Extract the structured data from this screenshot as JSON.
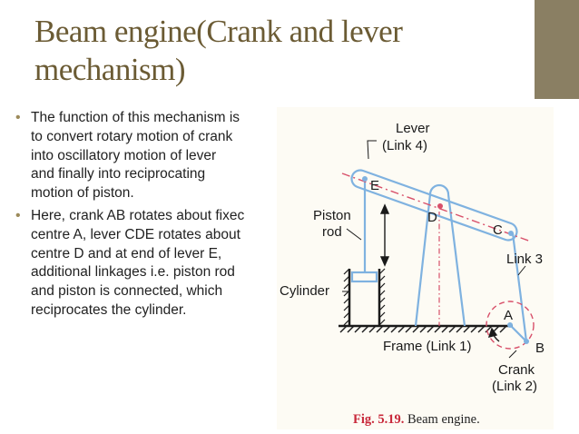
{
  "slide": {
    "title_line1": "Beam engine(Crank and lever",
    "title_line2": "mechanism)",
    "bullets": [
      {
        "lines": [
          "The function of this mechanism is",
          "to convert rotary motion of crank",
          "into oscillatory motion of lever",
          "and finally into reciprocating",
          "motion of piston."
        ]
      },
      {
        "lines": [
          "Here, crank AB rotates about fixec",
          "centre A, lever CDE rotates about",
          "centre D and at end of lever E,",
          "additional linkages i.e. piston rod",
          "and piston is connected, which",
          "reciprocates the cylinder."
        ]
      }
    ],
    "accent_color": "#8a7f63",
    "title_color": "#6b5b34"
  },
  "figure": {
    "labels": {
      "lever": "Lever",
      "link4": "(Link 4)",
      "piston": "Piston",
      "rod": "rod",
      "cylinder": "Cylinder",
      "e": "E",
      "d": "D",
      "c": "C",
      "link3": "Link 3",
      "a": "A",
      "b": "B",
      "frame": "Frame (Link 1)",
      "crank": "Crank",
      "link2": "(Link 2)"
    },
    "caption_number": "Fig. 5.19.",
    "caption_text": "Beam engine.",
    "colors": {
      "link": "#7fb2e0",
      "centerline": "#d8506a",
      "caption_red": "#c8283a"
    }
  }
}
